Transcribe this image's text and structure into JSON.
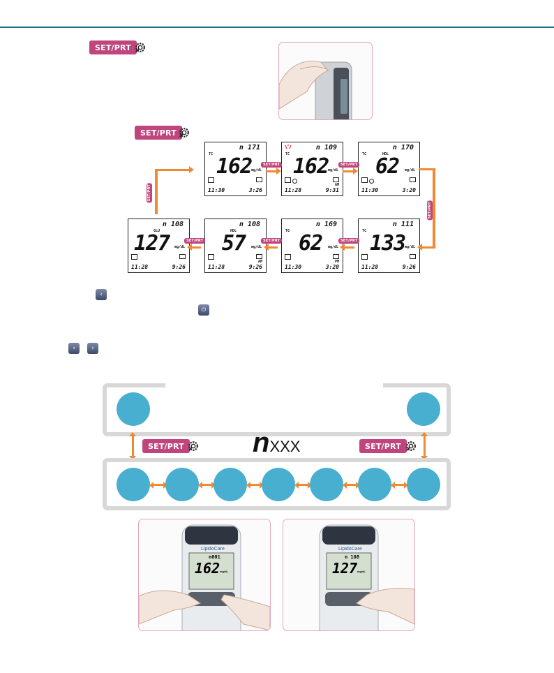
{
  "buttons": {
    "set_prt": "SET/PRT",
    "left_glyph": "‹",
    "right_glyph": "›",
    "power_glyph": "⏻"
  },
  "icons": [
    "wrench-gear-icon",
    "left-button-icon",
    "right-button-icon",
    "power-button-icon"
  ],
  "screens": [
    {
      "n": "n 171",
      "label": "TC",
      "value": "162",
      "unit": "mg/dL",
      "date": "11:30",
      "ampm": "",
      "time": "3:26"
    },
    {
      "n": "n 109",
      "label": "TC",
      "value": "162",
      "unit": "mg/dL",
      "date": "11:28",
      "ampm": "AM",
      "time": "9:31"
    },
    {
      "n": "n 170",
      "label": "HDL",
      "value": "62",
      "unit": "mg/dL",
      "date": "11:30",
      "ampm": "",
      "time": "3:20"
    },
    {
      "n": "n 111",
      "label": "TC",
      "value": "133",
      "unit": "mg/dL",
      "date": "11:28",
      "ampm": "",
      "time": "9:26"
    },
    {
      "n": "n 169",
      "label": "TG",
      "value": "62",
      "unit": "mg/dL",
      "date": "11:30",
      "ampm": "PM",
      "time": "3:20"
    },
    {
      "n": "n 108",
      "label": "HDL",
      "value": "57",
      "unit": "mg/dL",
      "date": "11:28",
      "ampm": "AM",
      "time": "9:26"
    },
    {
      "n": "n 108",
      "label": "GLU",
      "value": "127",
      "unit": "mg/dL",
      "date": "11:28",
      "ampm": "",
      "time": "9:26"
    }
  ],
  "bottom_panel": {
    "n_symbol": "n",
    "n_suffix": "XXX"
  },
  "device_photos": {
    "left": {
      "brand": "LipidoCare",
      "n": "n001",
      "value": "162",
      "unit": "mg/dL"
    },
    "right": {
      "brand": "LipidoCare",
      "n": "n 108",
      "value": "127",
      "unit": "mg/dL"
    }
  },
  "colors": {
    "accent_magenta": "#c0457d",
    "arrow_orange": "#f08a32",
    "circle_blue": "#48afd0",
    "rule_teal": "#1d6f86"
  }
}
